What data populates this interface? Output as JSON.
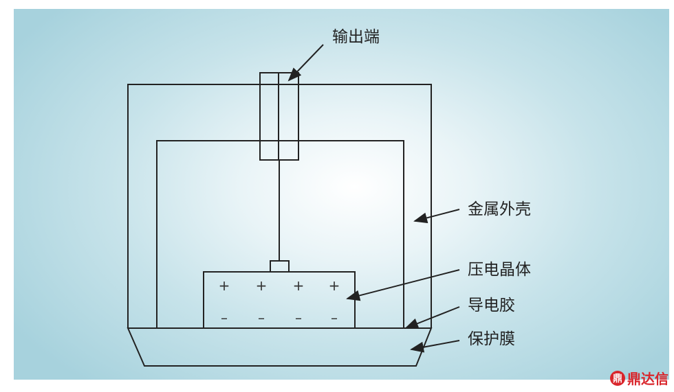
{
  "labels": {
    "output": "输出端",
    "shell": "金属外壳",
    "crystal": "压电晶体",
    "glue": "导电胶",
    "film": "保护膜"
  },
  "signs": {
    "plus": "+",
    "minus": "–"
  },
  "logo": {
    "mark": "鼎",
    "text": "鼎达信"
  },
  "colors": {
    "stroke": "#222222",
    "logo": "#d9262c"
  }
}
